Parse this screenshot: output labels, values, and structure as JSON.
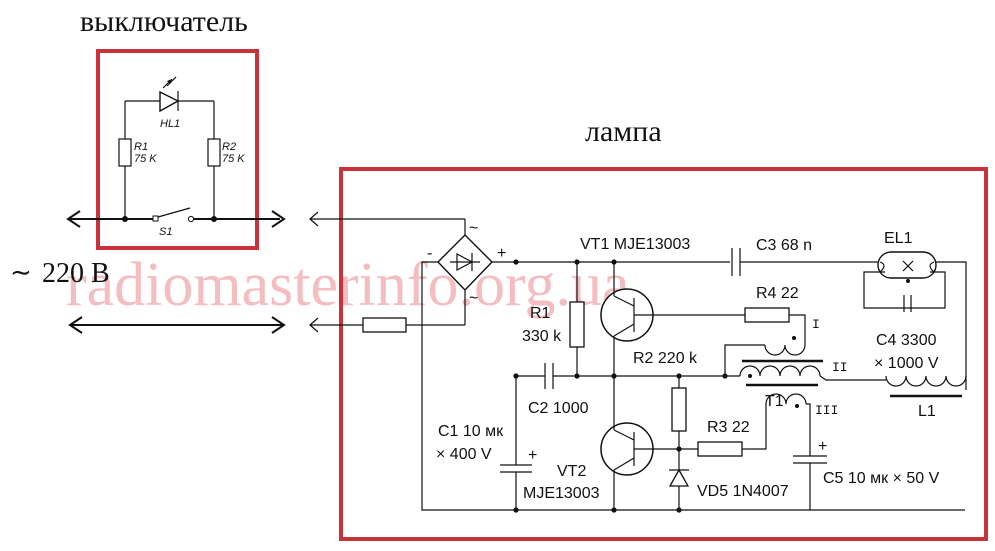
{
  "titles": {
    "switch": "выключатель",
    "lamp": "лампа"
  },
  "supply": {
    "symbol": "∼",
    "voltage": "220 В",
    "voltage_color": "#1a2a9a"
  },
  "watermark": "radiomasterinfo.org.ua",
  "colors": {
    "frame": "#c8323a",
    "watermark": "#f1a7ab"
  },
  "switch_block": {
    "led": "HL1",
    "r1_name": "R1",
    "r1_value": "75 K",
    "r2_name": "R2",
    "r2_value": "75 K",
    "switch": "S1"
  },
  "lamp_block": {
    "bridge_minus": "-",
    "bridge_plus": "+",
    "bridge_ac": "~",
    "vt1": "VT1 MJE13003",
    "c3": "C3 68 n",
    "el1": "EL1",
    "r1_name": "R1",
    "r1_value": "330 k",
    "r4": "R4 22",
    "winding_1": "I",
    "winding_2": "II",
    "winding_3": "III",
    "c4_line1": "C4 3300",
    "c4_line2": "× 1000 V",
    "r2": "R2 220 k",
    "c2": "C2 1000",
    "t1": "T1",
    "l1": "L1",
    "r3": "R3 22",
    "c1_line1": "C1 10 мк",
    "c1_line2": "× 400 V",
    "c1_plus": "+",
    "vt2_line1": "VT2",
    "vt2_line2": "MJE13003",
    "vd5": "VD5 1N4007",
    "c5": "C5 10 мк × 50 V",
    "c5_plus": "+"
  }
}
